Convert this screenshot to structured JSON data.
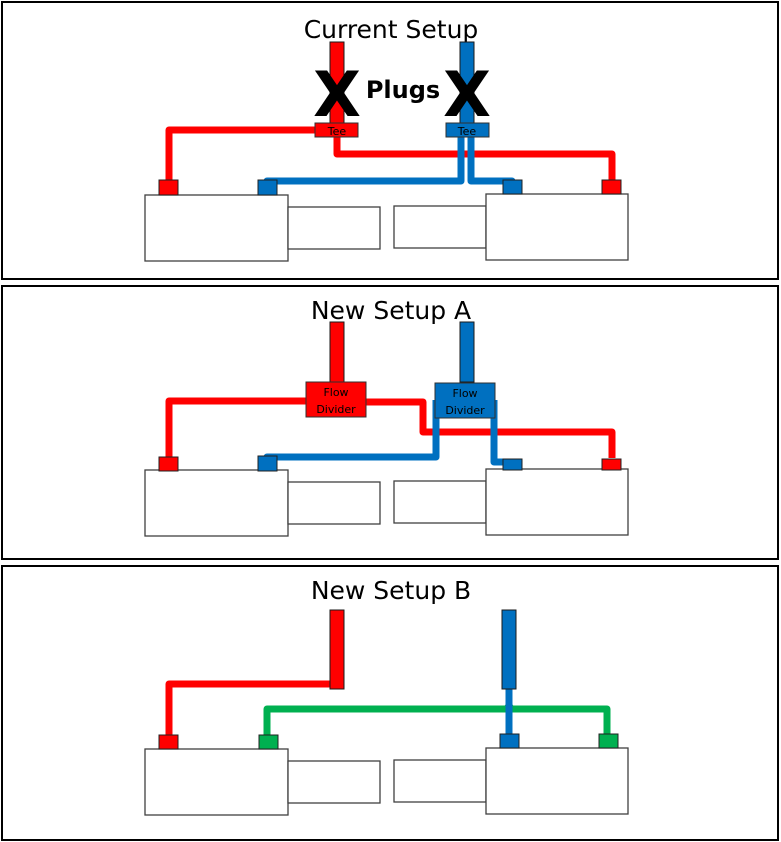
{
  "colors": {
    "red": "#ff0000",
    "blue": "#0070c0",
    "green": "#00b050",
    "outline": "#000000"
  },
  "panels": [
    {
      "title": "Current Setup",
      "annotation": "Plugs",
      "plug_mark": "X",
      "fittings": [
        {
          "label": "Tee",
          "color": "red"
        },
        {
          "label": "Tee",
          "color": "blue"
        }
      ]
    },
    {
      "title": "New Setup A",
      "fittings": [
        {
          "label_line1": "Flow",
          "label_line2": "Divider",
          "color": "red"
        },
        {
          "label_line1": "Flow",
          "label_line2": "Divider",
          "color": "blue"
        }
      ]
    },
    {
      "title": "New Setup B",
      "fittings": []
    }
  ]
}
